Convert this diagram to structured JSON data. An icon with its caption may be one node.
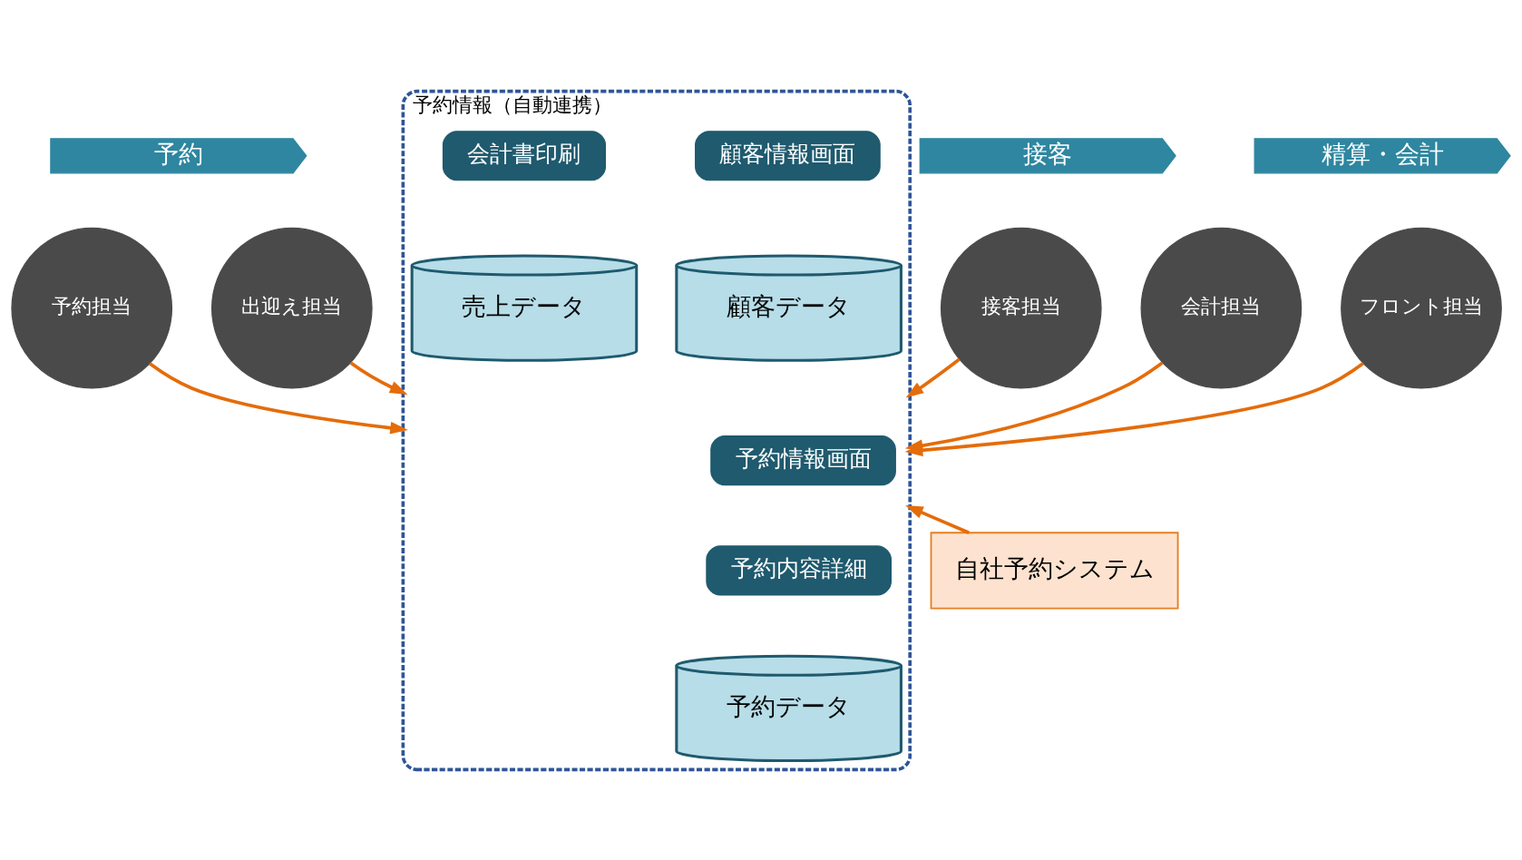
{
  "diagram": {
    "nodes": [
      {
        "text": [
          "予約"
        ]
      },
      {
        "text": [
          "接客"
        ]
      },
      {
        "text": [
          "精算・会計"
        ]
      },
      {
        "text": [
          "予約担当"
        ]
      },
      {
        "text": [
          "出迎え担当"
        ]
      },
      {
        "text": [
          "接客担当"
        ]
      },
      {
        "text": [
          "会計担当"
        ]
      },
      {
        "text": [
          "フロント担当"
        ]
      },
      {
        "text": [
          "予約情報（自動連携）"
        ]
      },
      {
        "text": [
          "予約情報画面"
        ],
        "in": 8
      },
      {
        "text": [
          "予約内容詳細"
        ],
        "in": 8
      },
      {
        "text": [
          "顧客情報画面"
        ],
        "in": 8
      },
      {
        "text": [
          "会計書印刷"
        ],
        "in": 8
      },
      {
        "text": [
          "予約データ"
        ],
        "in": 8
      },
      {
        "text": [
          "顧客データ"
        ],
        "in": 8
      },
      {
        "text": [
          "売上データ"
        ],
        "in": 8
      },
      {
        "text": [
          "自社予約システム"
        ]
      }
    ],
    "edges": [
      {
        "from": 3,
        "to": 8,
        "arrow": "to"
      },
      {
        "from": 4,
        "to": 8,
        "arrow": "to"
      },
      {
        "from": 5,
        "to": 8,
        "arrow": "to"
      },
      {
        "from": 6,
        "to": 8,
        "arrow": "to"
      },
      {
        "from": 7,
        "to": 8,
        "arrow": "to"
      },
      {
        "from": 16,
        "to": 8,
        "arrow": "to"
      }
    ]
  }
}
